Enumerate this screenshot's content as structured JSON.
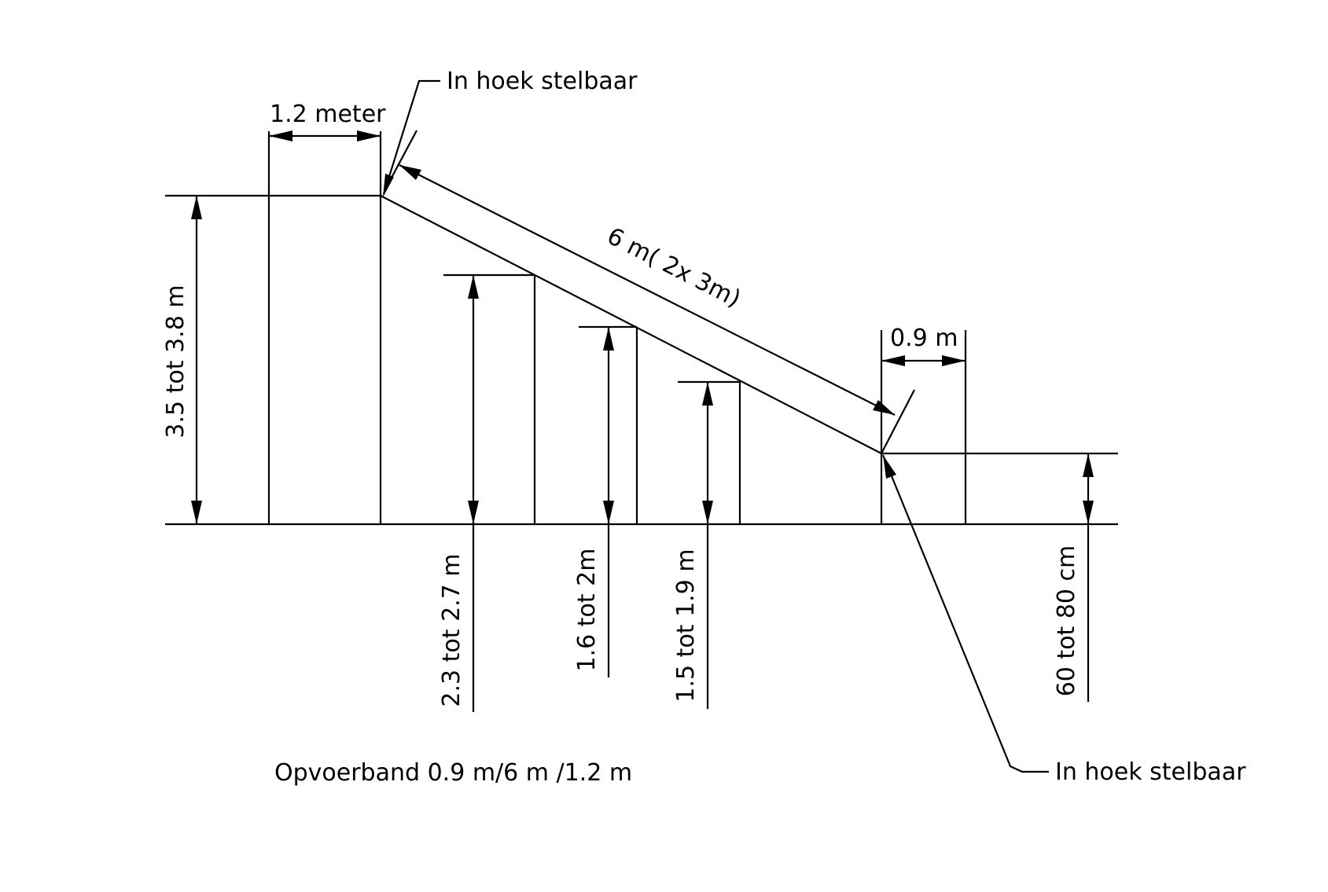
{
  "labels": {
    "top_width": "1.2 meter",
    "callout_top": "In hoek stelbaar",
    "callout_bottom": "In hoek stelbaar",
    "belt_length": "6 m( 2x 3m)",
    "bottom_width": "0.9 m",
    "total_height": "3.5 tot 3.8 m",
    "support_1": "2.3 tot 2.7 m",
    "support_2": "1.6 tot 2m",
    "support_3": "1.5 tot 1.9 m",
    "inlet_height": "60 tot 80 cm",
    "caption": "Opvoerband 0.9 m/6 m /1.2 m"
  },
  "colors": {
    "line": "#000000",
    "background": "#ffffff"
  }
}
